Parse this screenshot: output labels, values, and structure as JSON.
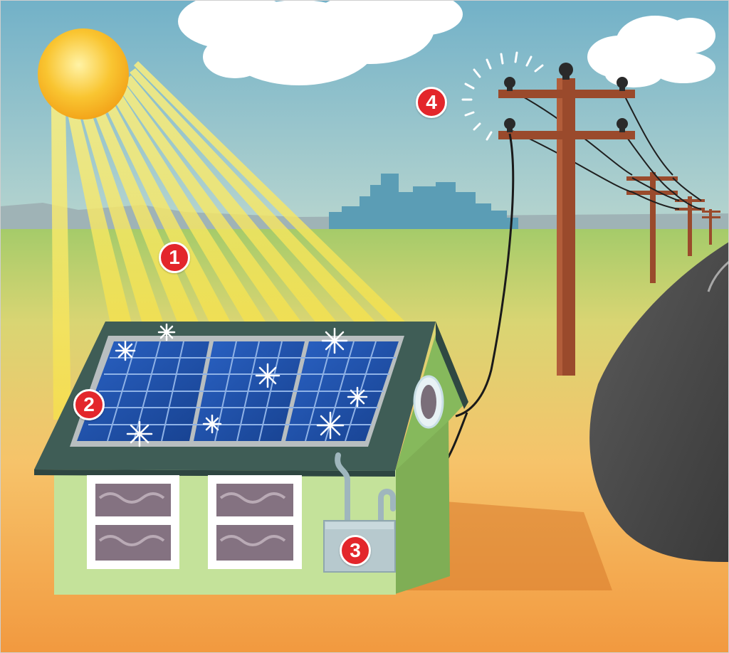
{
  "markers": [
    {
      "id": "1",
      "label": "1"
    },
    {
      "id": "2",
      "label": "2"
    },
    {
      "id": "3",
      "label": "3"
    },
    {
      "id": "4",
      "label": "4"
    }
  ],
  "colors": {
    "sky": "#86bfd0",
    "grass": "#9cc86a",
    "ground": "#f3a64f",
    "sun": "#f7b51c",
    "panel": "#1f4fa6",
    "house_wall": "#a8cf7c",
    "roof": "#3e5a52",
    "pole": "#9a4a2c",
    "road": "#4a4a4a",
    "marker": "#e3262b"
  },
  "icons": [
    "sun-icon",
    "solar-panel-icon",
    "house-icon",
    "meter-box-icon",
    "utility-pole-icon",
    "cloud-icon",
    "city-skyline-icon",
    "road-icon"
  ]
}
